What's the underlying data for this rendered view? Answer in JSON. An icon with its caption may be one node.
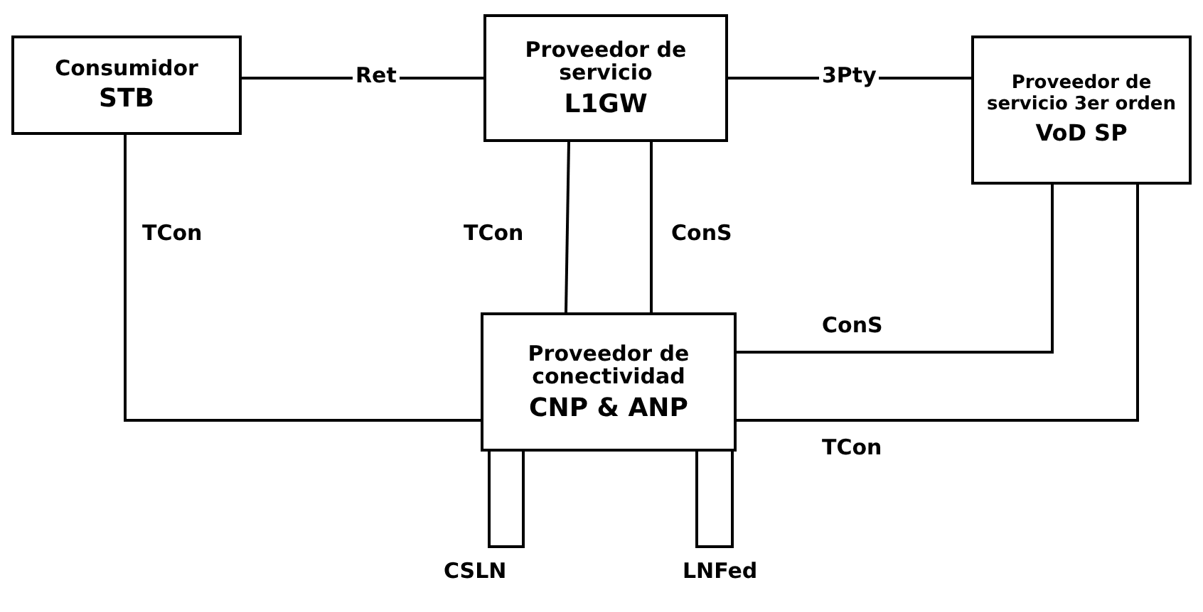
{
  "diagram": {
    "nodes": [
      {
        "text": [
          "Consumidor",
          "STB"
        ]
      },
      {
        "text": [
          "Proveedor de servicio",
          "L1GW"
        ]
      },
      {
        "text": [
          "Proveedor de servicio 3er orden",
          "VoD SP"
        ]
      },
      {
        "text": [
          "Proveedor de conectividad",
          "CNP & ANP"
        ]
      }
    ],
    "edges": [
      {
        "from": 0,
        "to": 1,
        "arrow": "none",
        "label": "Ret"
      },
      {
        "from": 1,
        "to": 2,
        "arrow": "none",
        "label": "3Pty"
      },
      {
        "from": 0,
        "to": 3,
        "arrow": "none",
        "label": "TCon"
      },
      {
        "from": 1,
        "to": 3,
        "arrow": "none",
        "label": "TCon"
      },
      {
        "from": 1,
        "to": 3,
        "arrow": "none",
        "label": "ConS"
      },
      {
        "from": 2,
        "to": 3,
        "arrow": "none",
        "label": "ConS"
      },
      {
        "from": 2,
        "to": 3,
        "arrow": "none",
        "label": "TCon"
      },
      {
        "from": 3,
        "to": 3,
        "arrow": "none",
        "label": "CSLN"
      },
      {
        "from": 3,
        "to": 3,
        "arrow": "none",
        "label": "LNFed"
      }
    ]
  }
}
